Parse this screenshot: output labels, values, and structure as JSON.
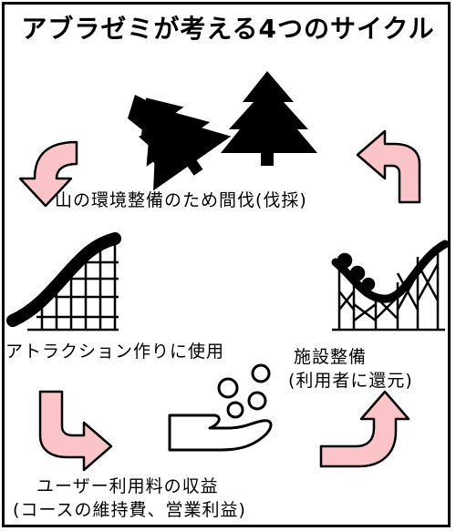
{
  "title": "アブラゼミが考える4つのサイクル",
  "steps": [
    {
      "line1": "山の環境整備のため間伐(伐採)"
    },
    {
      "line1": "アトラクション作りに使用"
    },
    {
      "line1": "施設整備",
      "line2": "(利用者に還元)"
    },
    {
      "line1": "ユーザー利用料の収益",
      "line2": "(コースの維持費、営業利益)"
    }
  ],
  "icons": [
    "felled-trees-icon",
    "roller-coaster-lift-icon",
    "roller-coaster-loop-icon",
    "coins-in-hand-icon"
  ],
  "colors": {
    "arrow_fill": "#fbc4c8",
    "ink": "#000000",
    "background": "#ffffff"
  }
}
